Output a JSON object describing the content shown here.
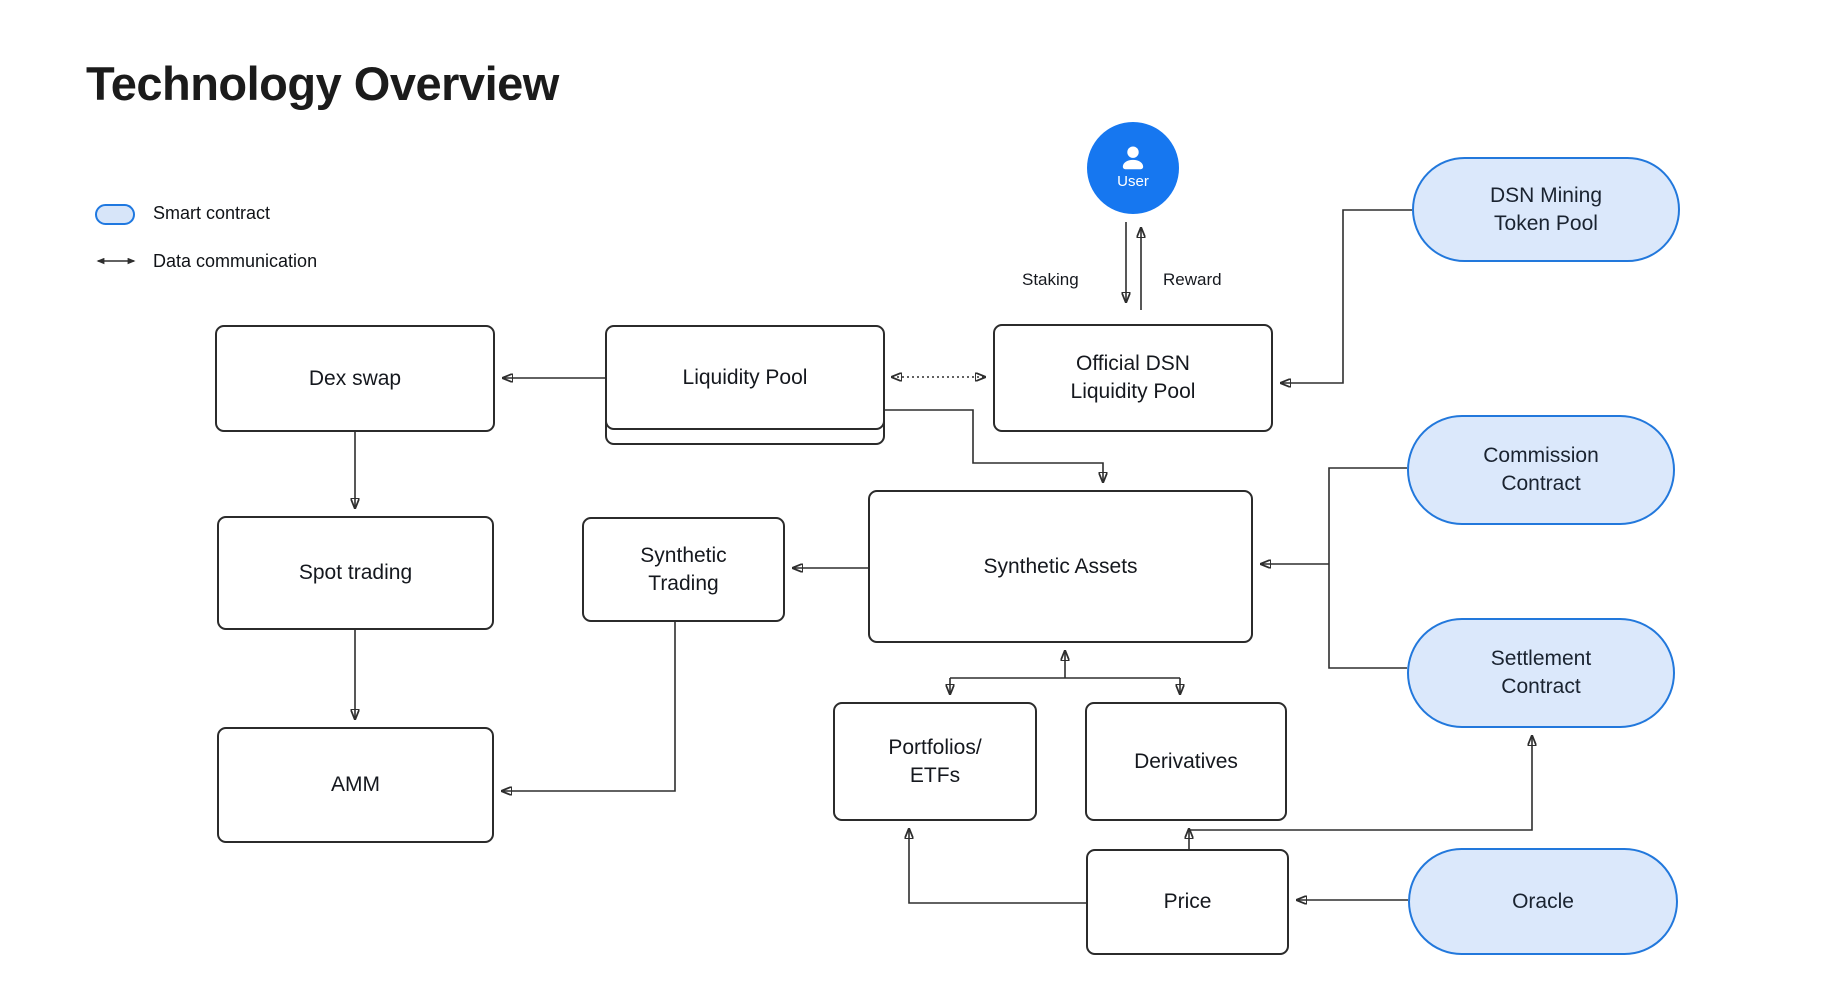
{
  "title": "Technology Overview",
  "legend": {
    "smart_contract_label": "Smart contract",
    "data_communication_label": "Data communication"
  },
  "user": {
    "label": "User"
  },
  "edge_labels": {
    "staking": "Staking",
    "reward": "Reward"
  },
  "nodes": {
    "dex_swap": "Dex swap",
    "liquidity_pool": "Liquidity Pool",
    "official_dsn_liquidity_pool": "Official DSN\nLiquidity Pool",
    "spot_trading": "Spot trading",
    "synthetic_trading": "Synthetic\nTrading",
    "synthetic_assets": "Synthetic Assets",
    "amm": "AMM",
    "portfolios_etfs": "Portfolios/\nETFs",
    "derivatives": "Derivatives",
    "price": "Price"
  },
  "smart_contracts": {
    "dsn_mining_token_pool": "DSN Mining\nToken Pool",
    "commission_contract": "Commission\nContract",
    "settlement_contract": "Settlement\nContract",
    "oracle": "Oracle"
  },
  "colors": {
    "contract_fill": "#dbe8fb",
    "contract_border": "#2278dc",
    "user_circle": "#1677f0",
    "connector_line": "#2e2e2e",
    "box_border": "#2b2b2b",
    "title_text": "#1b1b1b"
  }
}
